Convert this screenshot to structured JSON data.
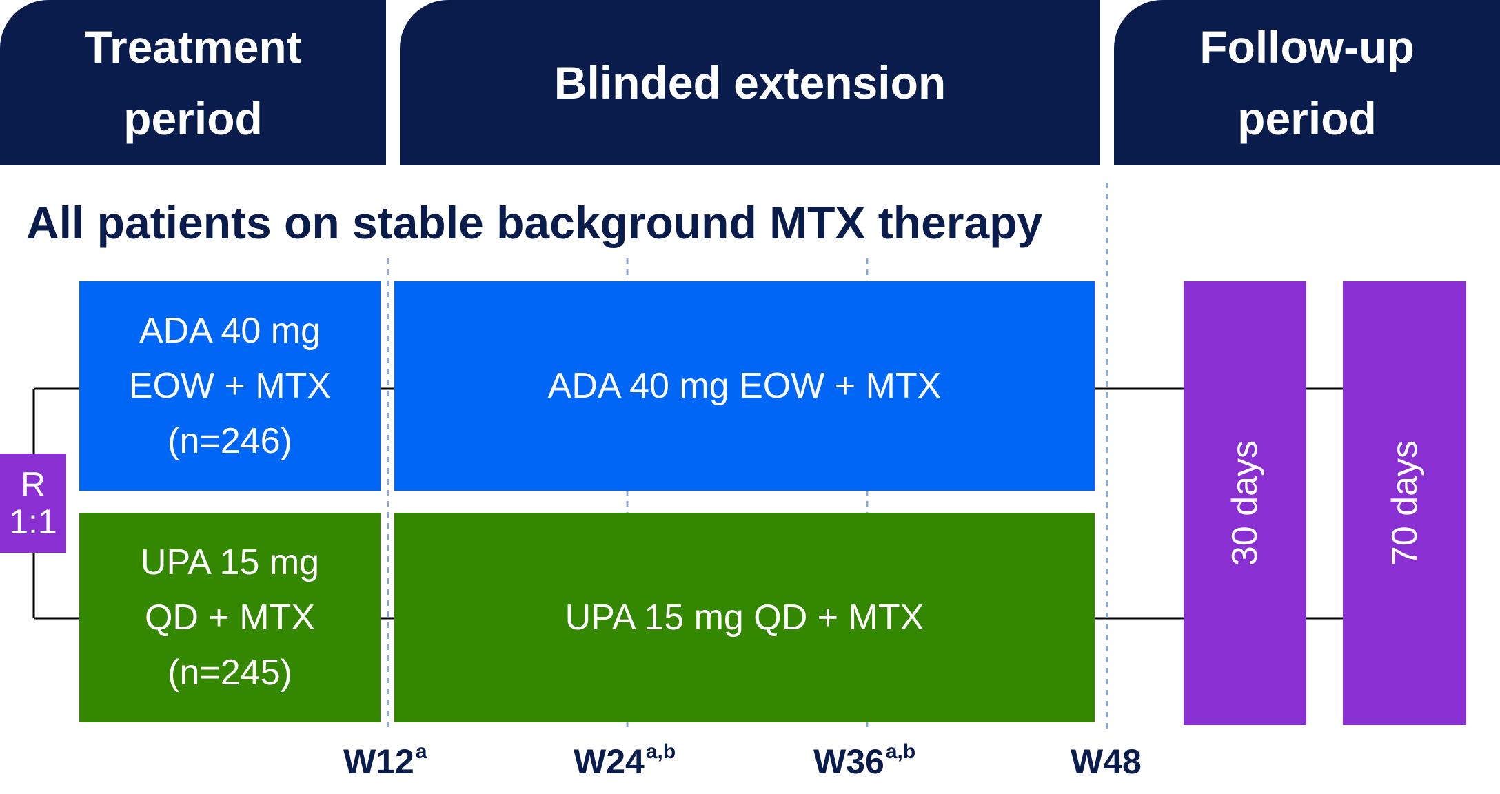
{
  "colors": {
    "navy": "#0a1c4b",
    "ada_blue": "#0066f5",
    "upa_green": "#338800",
    "followup_purple": "#8a2fd2"
  },
  "headers": {
    "treatment": [
      "Treatment",
      "period"
    ],
    "blinded": "Blinded extension",
    "followup": [
      "Follow-up",
      "period"
    ]
  },
  "subtitle": "All patients on stable background MTX therapy",
  "randomization": [
    "R",
    "1:1"
  ],
  "arms": {
    "ada": {
      "treatment_lines": [
        "ADA 40 mg",
        "EOW + MTX",
        "(n=246)"
      ],
      "extension": "ADA 40 mg EOW + MTX"
    },
    "upa": {
      "treatment_lines": [
        "UPA 15 mg",
        "QD + MTX",
        "(n=245)"
      ],
      "extension": "UPA 15 mg QD + MTX"
    }
  },
  "followup_boxes": [
    "30 days",
    "70 days"
  ],
  "weeks": [
    {
      "label": "W12",
      "sup": "a"
    },
    {
      "label": "W24",
      "sup": "a,b"
    },
    {
      "label": "W36",
      "sup": "a,b"
    },
    {
      "label": "W48",
      "sup": ""
    }
  ]
}
